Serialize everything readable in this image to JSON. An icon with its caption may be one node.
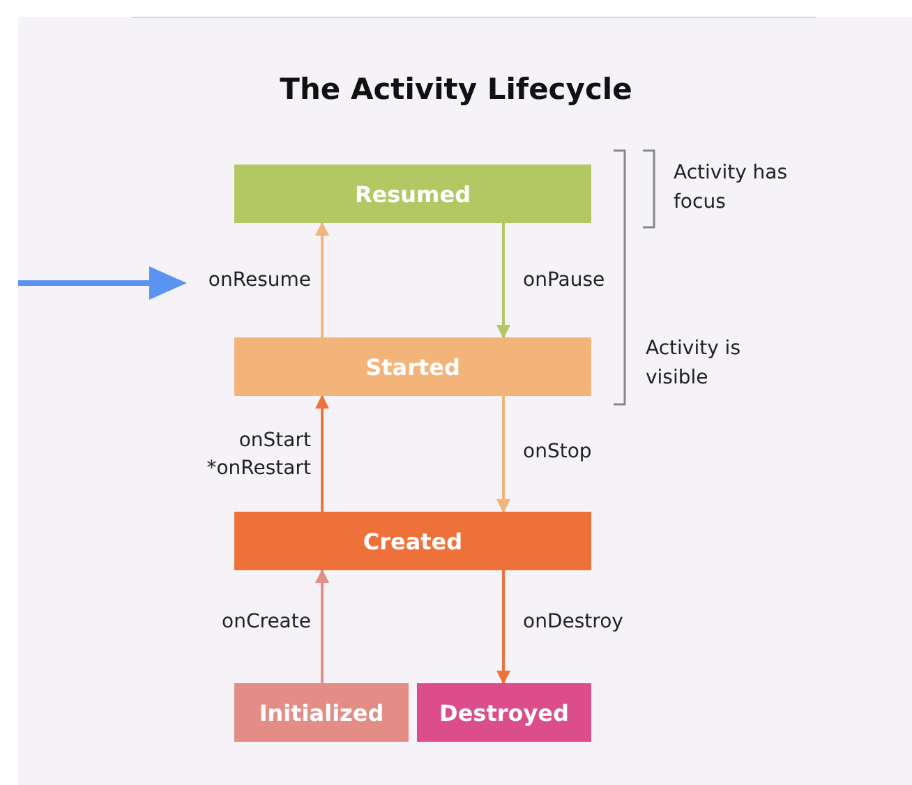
{
  "diagram": {
    "title": "The Activity Lifecycle",
    "nodes": [
      {
        "text": [
          "Resumed"
        ]
      },
      {
        "text": [
          "Started"
        ]
      },
      {
        "text": [
          "Created"
        ]
      },
      {
        "text": [
          "Initialized"
        ]
      },
      {
        "text": [
          "Destroyed"
        ]
      }
    ],
    "edges": [
      {
        "from": 1,
        "to": 0,
        "arrow": "to",
        "label": "onResume",
        "color": "#f3b479"
      },
      {
        "from": 0,
        "to": 1,
        "arrow": "to",
        "label": "onPause",
        "color": "#b3c863"
      },
      {
        "from": 2,
        "to": 1,
        "arrow": "to",
        "label": "onStart *onRestart",
        "color": "#ef713a"
      },
      {
        "from": 1,
        "to": 2,
        "arrow": "to",
        "label": "onStop",
        "color": "#f3b479"
      },
      {
        "from": 3,
        "to": 2,
        "arrow": "to",
        "label": "onCreate",
        "color": "#e48d86"
      },
      {
        "from": 2,
        "to": 4,
        "arrow": "to",
        "label": "onDestroy",
        "color": "#ef713a"
      }
    ],
    "labels": [
      "Activity has focus",
      "Activity is visible"
    ]
  }
}
